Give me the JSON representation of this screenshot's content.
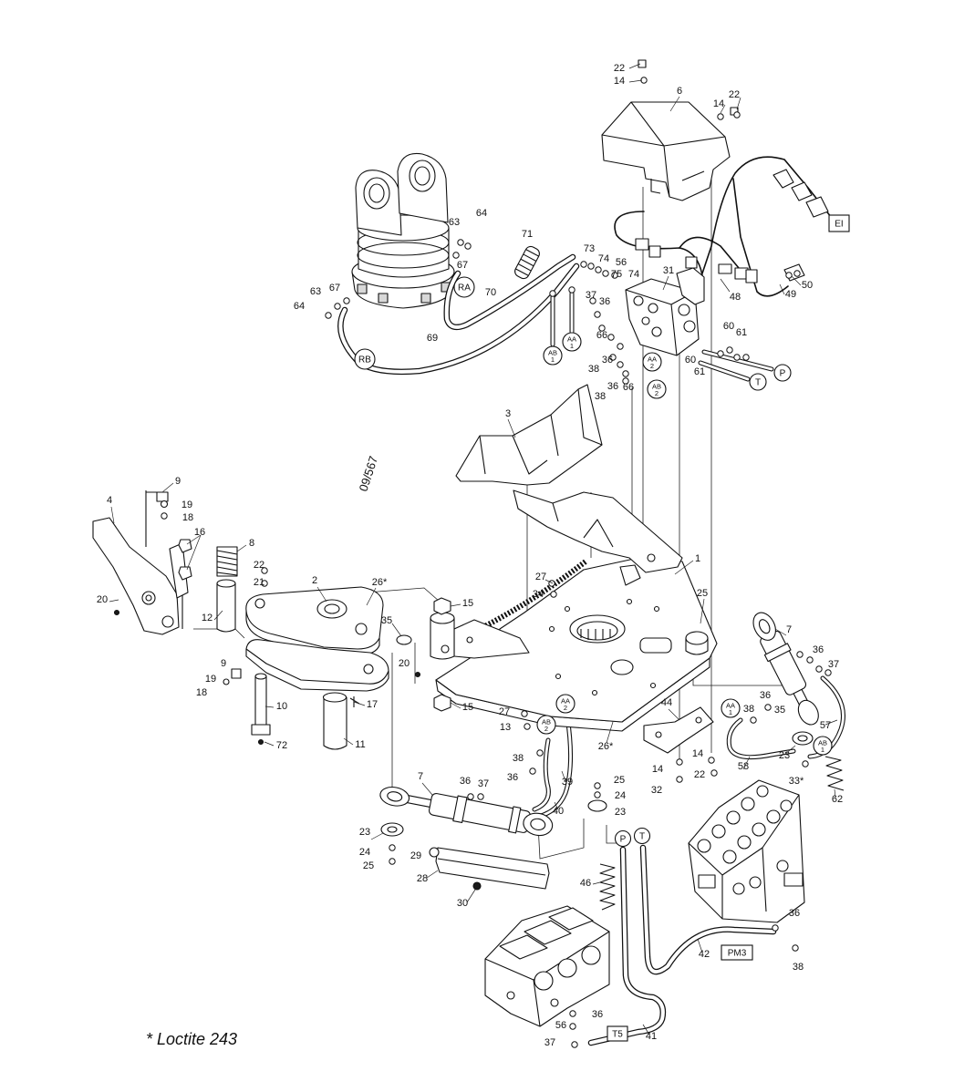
{
  "drawing_number": "09/567",
  "note": "* Loctite 243",
  "callouts": [
    "22",
    "14",
    "6",
    "14",
    "22",
    "50",
    "49",
    "48",
    "31",
    "73",
    "74",
    "56",
    "75",
    "74",
    "37",
    "36",
    "66",
    "36",
    "38",
    "36",
    "66",
    "38",
    "60",
    "61",
    "60",
    "61",
    "71",
    "63",
    "64",
    "67",
    "70",
    "63",
    "67",
    "64",
    "69",
    "3",
    "1",
    "25",
    "27",
    "34",
    "9",
    "19",
    "18",
    "4",
    "16",
    "8",
    "22",
    "21",
    "2",
    "26*",
    "20",
    "12",
    "15",
    "35",
    "20",
    "9",
    "19",
    "18",
    "17",
    "10",
    "15",
    "11",
    "72",
    "27",
    "13",
    "26*",
    "44",
    "7",
    "36",
    "37",
    "38",
    "36",
    "35",
    "57",
    "23",
    "58",
    "33*",
    "62",
    "14",
    "22",
    "14",
    "32",
    "38",
    "36",
    "39",
    "40",
    "7",
    "36",
    "37",
    "25",
    "24",
    "23",
    "23",
    "24",
    "25",
    "29",
    "28",
    "30",
    "46",
    "36",
    "42",
    "38",
    "36",
    "56",
    "37",
    "41"
  ],
  "port_labels": [
    {
      "top": "RB"
    },
    {
      "top": "RA"
    },
    {
      "top": "AB",
      "bottom": "1"
    },
    {
      "top": "AA",
      "bottom": "1"
    },
    {
      "top": "AA",
      "bottom": "2"
    },
    {
      "top": "AB",
      "bottom": "2"
    },
    {
      "top": "P"
    },
    {
      "top": "T"
    },
    {
      "top": "AA",
      "bottom": "2"
    },
    {
      "top": "AB",
      "bottom": "2"
    },
    {
      "top": "AA",
      "bottom": "1"
    },
    {
      "top": "AB",
      "bottom": "1"
    },
    {
      "top": "P"
    },
    {
      "top": "T"
    }
  ],
  "connection_labels": [
    "EI",
    "PM3",
    "T5"
  ]
}
